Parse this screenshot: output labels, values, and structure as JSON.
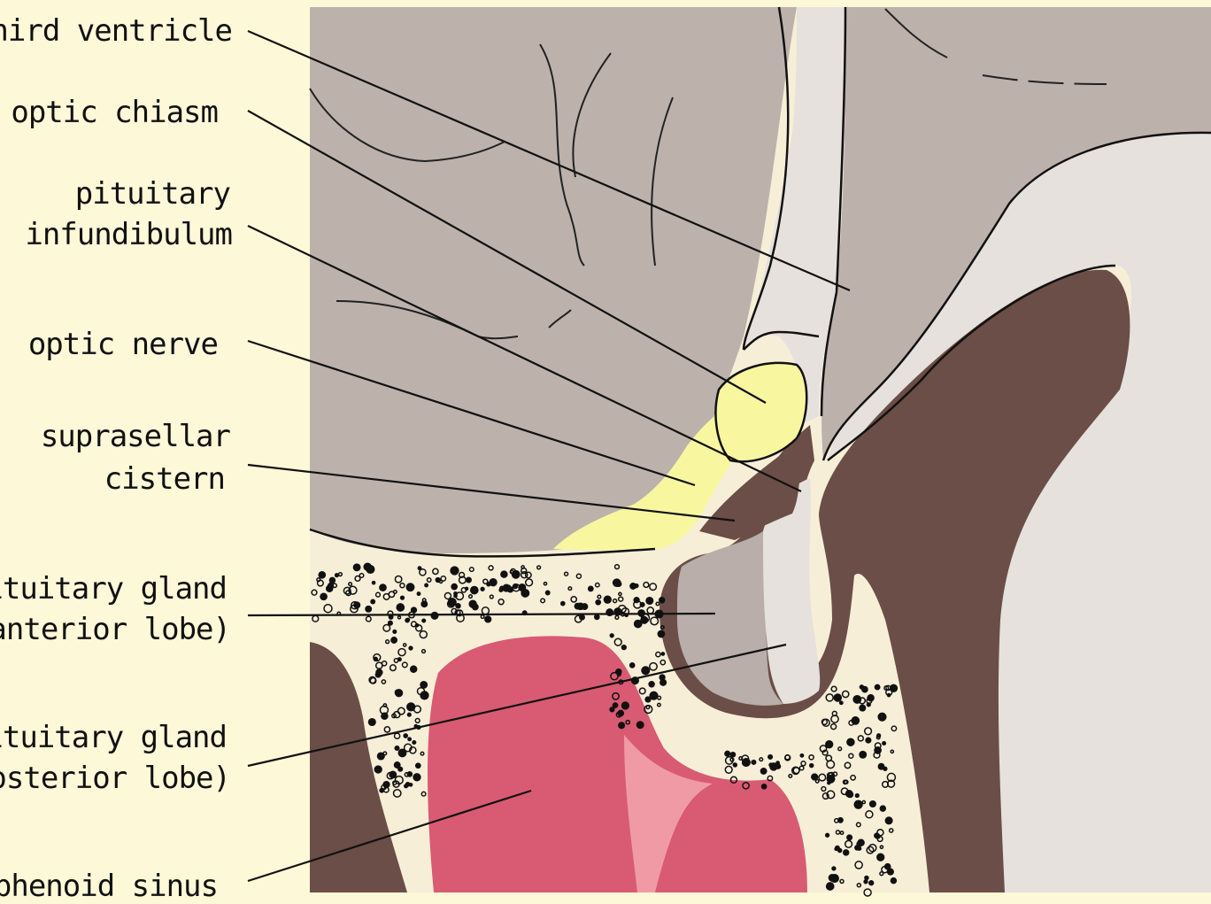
{
  "labels": {
    "third_ventricle": "third ventricle",
    "optic_chiasm": "optic chiasm",
    "pituitary_infundibulum_l1": "pituitary",
    "pituitary_infundibulum_l2": "infundibulum",
    "optic_nerve": "optic nerve",
    "suprasellar_cistern_l1": "suprasellar",
    "suprasellar_cistern_l2": "cistern",
    "anterior_lobe_l1": "pituitary gland",
    "anterior_lobe_l2": "(anterior lobe)",
    "posterior_lobe_l1": "pituitary gland",
    "posterior_lobe_l2": "(posterior lobe)",
    "sphenoid_sinus": "sphenoid sinus"
  },
  "colors": {
    "background": "#fdf8d8",
    "brain_tissue": "#bcb2ab",
    "csf_space": "#e7e1dd",
    "dura_dark": "#6b4e47",
    "bone": "#f7eed8",
    "optic_yellow": "#f8f7a0",
    "sinus_red": "#d85b73",
    "sinus_pink": "#f09aa5"
  }
}
